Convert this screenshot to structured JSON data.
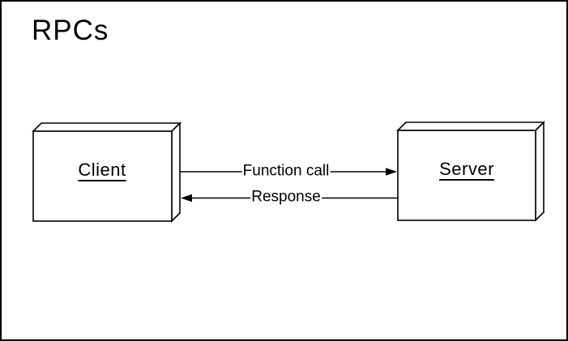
{
  "title": "RPCs",
  "colors": {
    "ink": "#000000",
    "background": "#ffffff"
  },
  "diagram": {
    "type": "flow",
    "nodes": [
      {
        "id": "client",
        "label": "Client",
        "shape": "3d-box"
      },
      {
        "id": "server",
        "label": "Server",
        "shape": "3d-box"
      }
    ],
    "edges": [
      {
        "from": "client",
        "to": "server",
        "label": "Function call",
        "direction": "left-to-right"
      },
      {
        "from": "server",
        "to": "client",
        "label": "Response",
        "direction": "right-to-left"
      }
    ]
  }
}
